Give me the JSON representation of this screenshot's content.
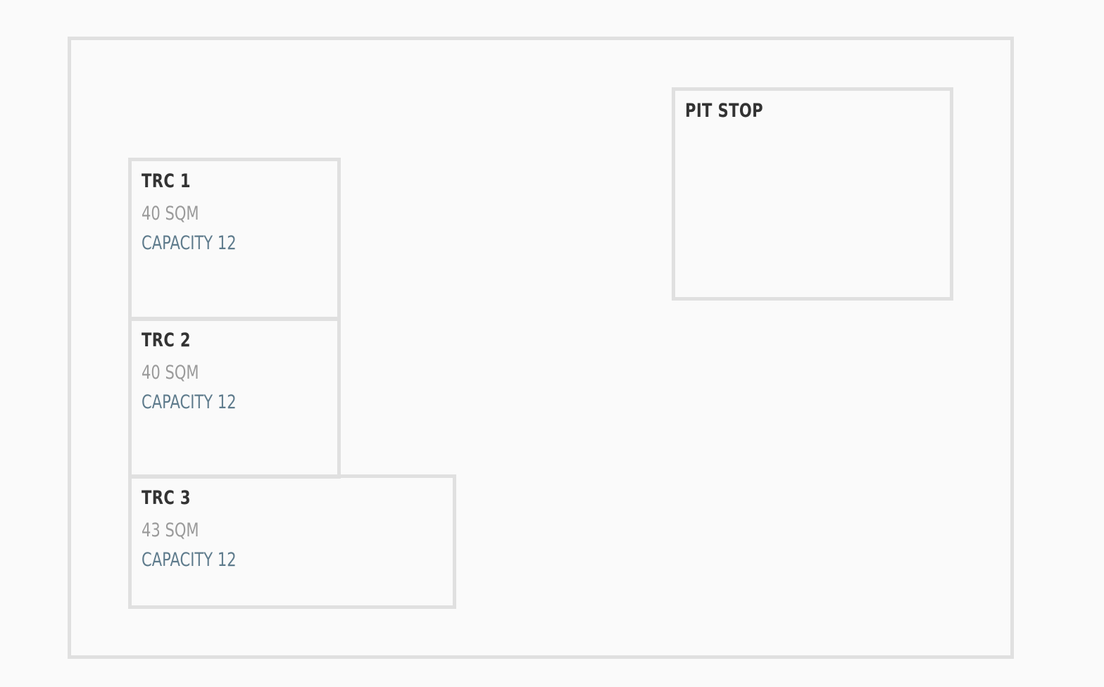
{
  "rooms": {
    "trc1": {
      "name": "TRC 1",
      "area": "40 SQM",
      "capacity": "CAPACITY 12"
    },
    "trc2": {
      "name": "TRC 2",
      "area": "40 SQM",
      "capacity": "CAPACITY 12"
    },
    "trc3": {
      "name": "TRC 3",
      "area": "43 SQM",
      "capacity": "CAPACITY 12"
    },
    "pitstop": {
      "name": "PIT STOP"
    }
  },
  "colors": {
    "background": "#fafafa",
    "border": "#e0e0e0",
    "room_name": "#333333",
    "room_area": "#9a9a9a",
    "room_capacity": "#5e7b8c"
  }
}
